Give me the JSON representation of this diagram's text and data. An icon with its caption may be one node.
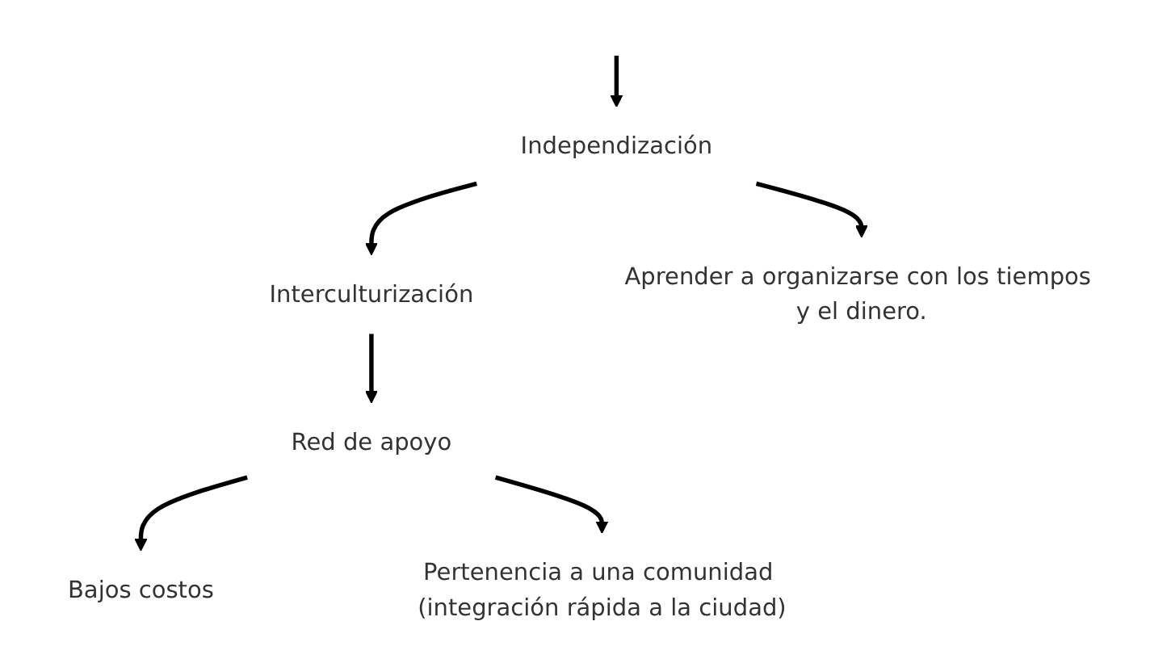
{
  "diagram": {
    "nodes": [
      {
        "text": [
          "Independización"
        ]
      },
      {
        "text": [
          "Interculturización"
        ]
      },
      {
        "text": [
          "Red de apoyo"
        ]
      },
      {
        "text": [
          "Bajos costos"
        ]
      },
      {
        "text": [
          "Aprender a organizarse con los tiempos y el dinero."
        ]
      },
      {
        "text": [
          "Pertenencia a una comunidad (integración rápida a la ciudad)"
        ]
      }
    ],
    "edges": [
      {
        "from": null,
        "to": 0,
        "arrow": "to"
      },
      {
        "from": 0,
        "to": 1,
        "arrow": "to"
      },
      {
        "from": 1,
        "to": 2,
        "arrow": "to"
      },
      {
        "from": 2,
        "to": 3,
        "arrow": "to"
      },
      {
        "from": 0,
        "to": 4,
        "arrow": "to"
      },
      {
        "from": 2,
        "to": 5,
        "arrow": "to"
      }
    ]
  }
}
